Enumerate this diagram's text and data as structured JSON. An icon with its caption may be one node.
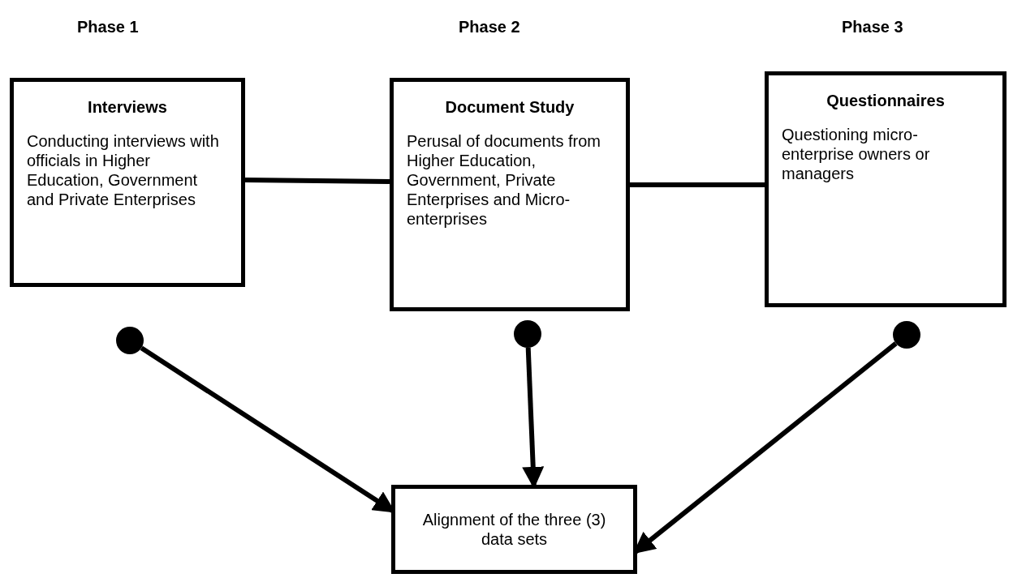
{
  "diagram": {
    "nodes": [
      {
        "text": [
          "Interviews",
          "Conducting interviews with officials in Higher Education, Government and Private Enterprises"
        ]
      },
      {
        "text": [
          "Document Study",
          "Perusal of documents from Higher Education, Government, Private Enterprises and Micro-enterprises"
        ]
      },
      {
        "text": [
          "Questionnaires",
          "Questioning micro-enterprise owners or managers"
        ]
      },
      {
        "text": [
          "Alignment of the three (3) data sets"
        ]
      },
      {
        "text": [],
        "shape": "circle"
      },
      {
        "text": [],
        "shape": "circle"
      },
      {
        "text": [],
        "shape": "circle"
      }
    ],
    "edges": [
      {
        "from": 0,
        "to": 1,
        "arrow": "none"
      },
      {
        "from": 1,
        "to": 2,
        "arrow": "none"
      },
      {
        "from": 4,
        "to": 3,
        "arrow": "to"
      },
      {
        "from": 5,
        "to": 3,
        "arrow": "to"
      },
      {
        "from": 6,
        "to": 3,
        "arrow": "to"
      }
    ],
    "labels": [
      "Phase 1",
      "Phase 2",
      "Phase 3"
    ]
  }
}
